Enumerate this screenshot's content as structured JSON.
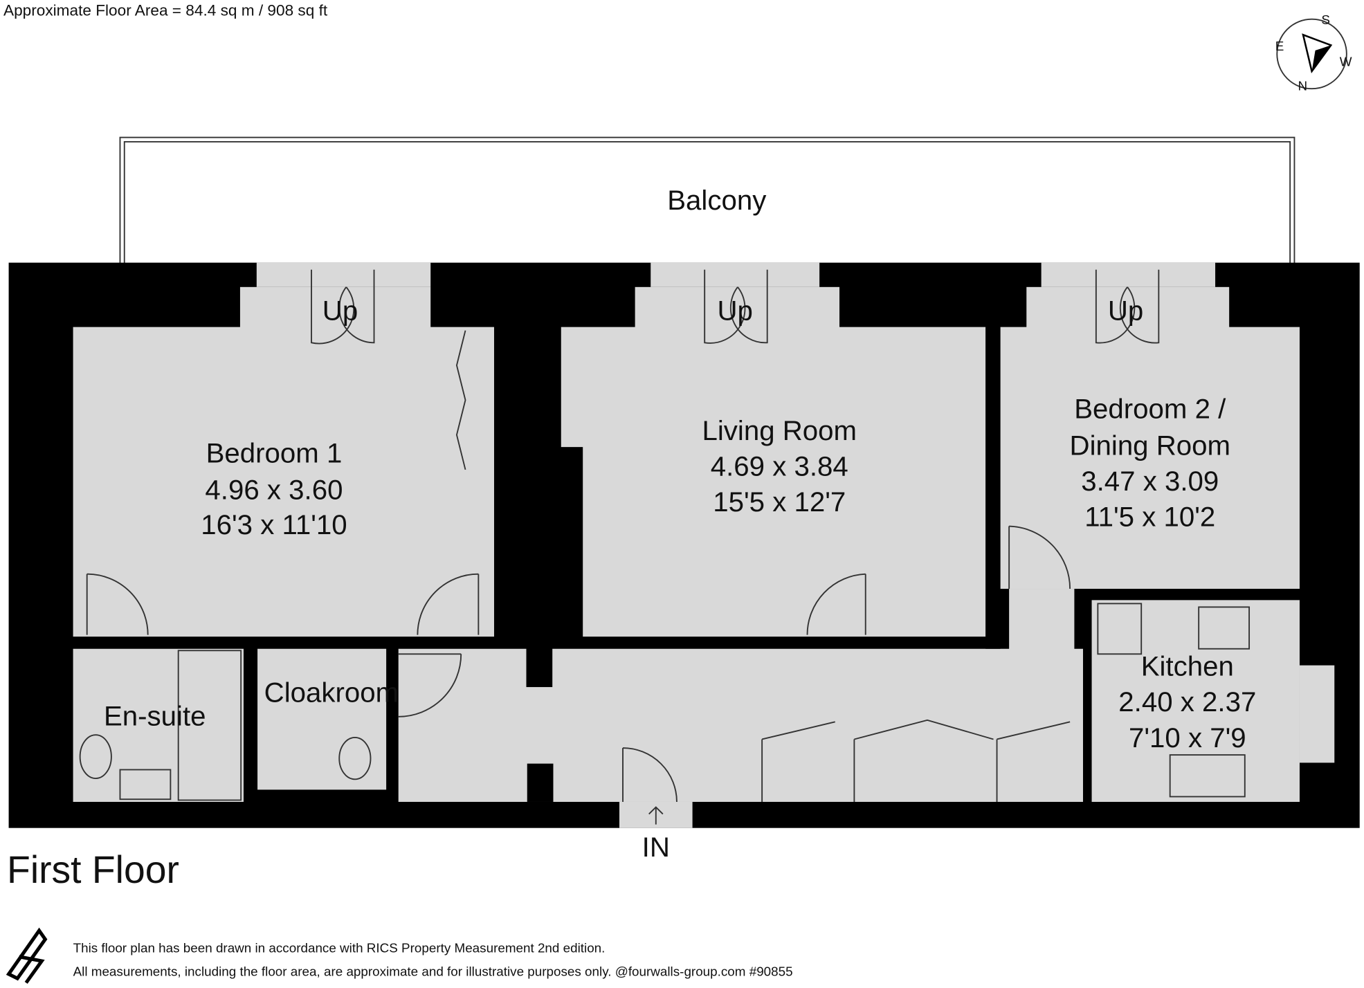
{
  "header": {
    "floor_area": "Approximate Floor Area = 84.4 sq m / 908 sq ft"
  },
  "compass": {
    "n": "N",
    "s": "S",
    "e": "E",
    "w": "W"
  },
  "balcony": {
    "label": "Balcony"
  },
  "rooms": {
    "bedroom1": {
      "name": "Bedroom 1",
      "metric": "4.96 x 3.60",
      "imperial": "16'3 x 11'10"
    },
    "living": {
      "name": "Living Room",
      "metric": "4.69 x 3.84",
      "imperial": "15'5 x 12'7"
    },
    "bedroom2": {
      "name_line1": "Bedroom 2 /",
      "name_line2": "Dining Room",
      "metric": "3.47 x 3.09",
      "imperial": "11'5 x 10'2"
    },
    "kitchen": {
      "name": "Kitchen",
      "metric": "2.40 x 2.37",
      "imperial": "7'10 x 7'9"
    },
    "ensuite": {
      "name": "En-suite"
    },
    "cloakroom": {
      "name": "Cloakroom"
    }
  },
  "door_labels": {
    "up": "Up",
    "entrance": "IN"
  },
  "floor_title": "First Floor",
  "footer": {
    "line1": "This floor plan has been drawn in accordance with RICS Property Measurement 2nd edition.",
    "line2": "All measurements, including the floor area, are approximate and for illustrative purposes only. @fourwalls-group.com #90855"
  }
}
